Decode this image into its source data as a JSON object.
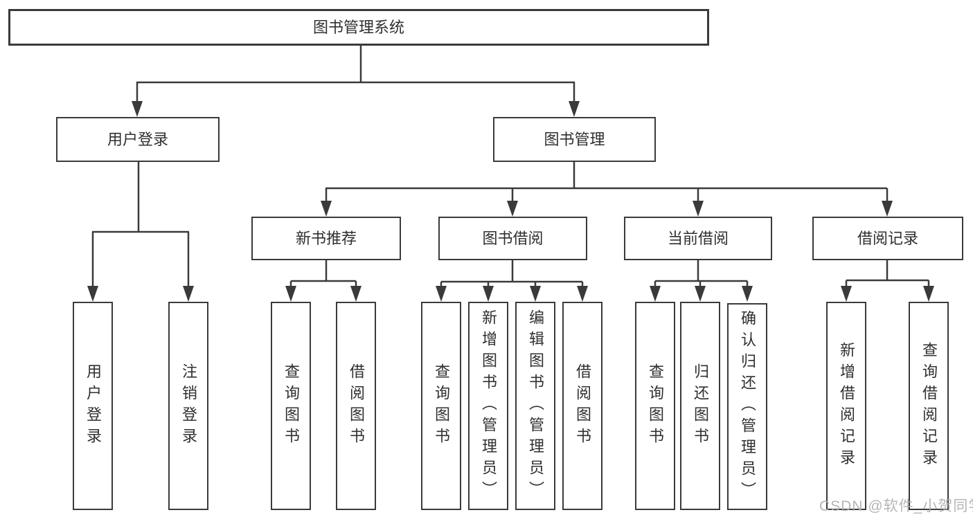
{
  "diagram": {
    "root": {
      "label": "图书管理系统"
    },
    "branches": [
      {
        "label": "用户登录",
        "leaves": [
          "用户登录",
          "注销登录"
        ]
      },
      {
        "label": "图书管理",
        "groups": [
          {
            "label": "新书推荐",
            "leaves": [
              "查询图书",
              "借阅图书"
            ]
          },
          {
            "label": "图书借阅",
            "leaves": [
              "查询图书",
              "新增图书（管理员）",
              "编辑图书（管理员）",
              "借阅图书"
            ]
          },
          {
            "label": "当前借阅",
            "leaves": [
              "查询图书",
              "归还图书",
              "确认归还（管理员）"
            ]
          },
          {
            "label": "借阅记录",
            "leaves": [
              "新增借阅记录",
              "查询借阅记录"
            ]
          }
        ]
      }
    ]
  },
  "style": {
    "line_color": "#3a3a3a",
    "box_fill": "#ffffff",
    "text_color": "#2f2f2f",
    "watermark_color": "#afafaf"
  },
  "watermark": {
    "text": "CSDN @软件_小贺同学"
  }
}
